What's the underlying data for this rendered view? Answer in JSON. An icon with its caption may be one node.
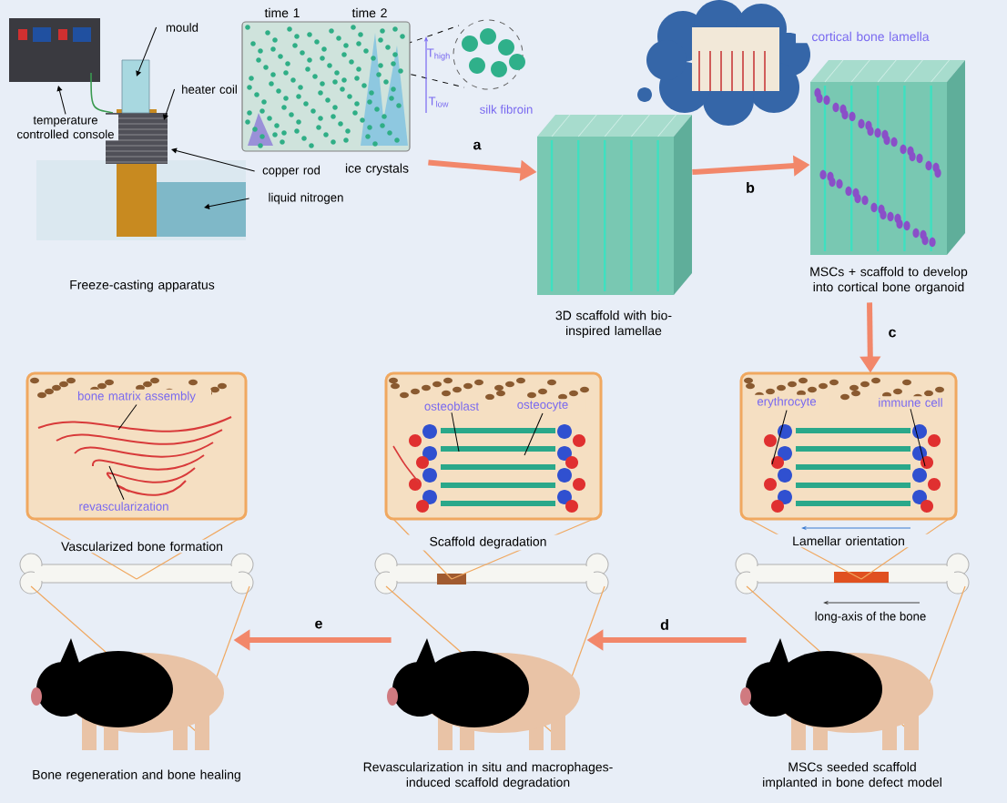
{
  "diagram": {
    "nodes": [
      {
        "text": [],
        "shape": "picture",
        "beside": [
          "Freeze-casting apparatus"
        ]
      },
      {
        "text": [
          "mould"
        ],
        "in": 0
      },
      {
        "text": [
          "temperature controlled console"
        ],
        "in": 0
      },
      {
        "text": [
          "heater coil"
        ],
        "in": 0
      },
      {
        "text": [
          "copper rod"
        ]
      },
      {
        "text": [
          "liquid nitrogen"
        ]
      },
      {
        "text": [],
        "shape": "picture",
        "beside": [
          "ice crystals",
          "time 1",
          "time 2"
        ]
      },
      {
        "text": [],
        "shape": "picture",
        "beside": [
          "3D scaffold with bio-inspired lamellae"
        ]
      },
      {
        "text": [],
        "shape": "picture",
        "beside": [
          "MSCs + scaffold to develop into cortical bone organoid"
        ]
      },
      {
        "text": [],
        "shape": "picture",
        "beside": [
          "Vascularized bone formation"
        ]
      },
      {
        "text": [
          "bone matrix assembly"
        ],
        "in": 9
      },
      {
        "text": [
          "revascularization"
        ],
        "in": 9
      },
      {
        "text": [],
        "shape": "picture",
        "beside": [
          "Scaffold degradation"
        ]
      },
      {
        "text": [
          "osteoblast"
        ],
        "in": 12
      },
      {
        "text": [
          "osteocyte"
        ],
        "in": 12
      },
      {
        "text": [],
        "shape": "picture",
        "beside": [
          "Lamellar orientation"
        ]
      },
      {
        "text": [
          "erythrocyte"
        ],
        "in": 15
      },
      {
        "text": [
          "immune cell"
        ],
        "in": 15
      },
      {
        "text": [],
        "shape": "picture",
        "beside": [
          "Bone regeneration and bone healing"
        ]
      },
      {
        "text": [],
        "shape": "picture",
        "beside": [
          "Revascularization in situ and macrophages-induced scaffold degradation"
        ]
      },
      {
        "text": [],
        "shape": "picture",
        "beside": [
          "MSCs seeded scaffold implanted in bone defect model"
        ]
      },
      {
        "text": [],
        "shape": "cloud",
        "beside": [
          "cortical bone lamella"
        ]
      }
    ],
    "edges": [
      {
        "from": 6,
        "to": 7,
        "arrow": "to",
        "label": "a",
        "style": "thick",
        "color": "#f2876a"
      },
      {
        "from": 7,
        "to": 8,
        "arrow": "to",
        "label": "b",
        "style": "thick",
        "color": "#f2876a"
      },
      {
        "from": 8,
        "to": 15,
        "arrow": "to",
        "label": "c",
        "style": "thick",
        "color": "#f2876a"
      },
      {
        "from": 20,
        "to": 19,
        "arrow": "to",
        "label": "d",
        "style": "thick",
        "color": "#f2876a"
      },
      {
        "from": 19,
        "to": 18,
        "arrow": "to",
        "label": "e",
        "style": "thick",
        "color": "#f2876a"
      },
      {
        "from": 1,
        "to": 0,
        "arrow": "to"
      },
      {
        "from": 2,
        "to": 0,
        "arrow": "to"
      },
      {
        "from": 3,
        "to": 0,
        "arrow": "to"
      },
      {
        "from": 4,
        "to": 0,
        "arrow": "to"
      },
      {
        "from": 5,
        "to": 0,
        "arrow": "to"
      },
      {
        "from": 10,
        "to": null,
        "arrow": "none"
      },
      {
        "from": 11,
        "to": null,
        "arrow": "none"
      },
      {
        "from": 13,
        "to": null,
        "arrow": "none"
      },
      {
        "from": 14,
        "to": null,
        "arrow": "none"
      },
      {
        "from": 16,
        "to": null,
        "arrow": "none"
      },
      {
        "from": 17,
        "to": null,
        "arrow": "none"
      }
    ],
    "labels": [
      "T$_{high}$",
      "T$_{low}$",
      "silk fibroin",
      "long-axis of the bone"
    ]
  }
}
